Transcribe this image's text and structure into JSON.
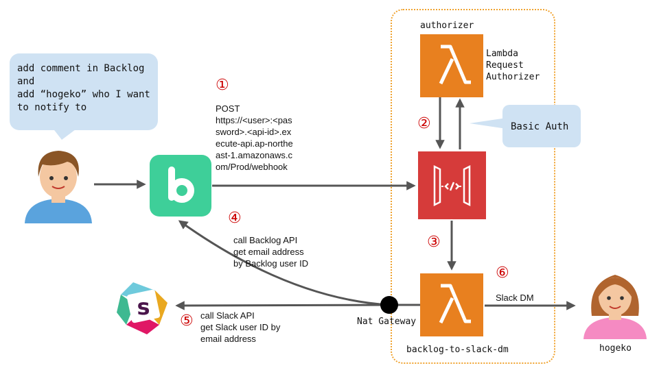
{
  "user_bubble": {
    "text": "add comment in Backlog\nand\nadd “hogeko” who I want\nto notify to"
  },
  "basic_auth_bubble": {
    "text": "Basic Auth"
  },
  "authorizer": {
    "title": "authorizer",
    "side_label": "Lambda\nRequest\nAuthorizer"
  },
  "lambda_main": {
    "title": "backlog-to-slack-dm"
  },
  "nat_gateway": {
    "label": "Nat Gateway"
  },
  "hogeko": {
    "label": "hogeko"
  },
  "steps": {
    "s1": {
      "number": "①",
      "text": "POST\nhttps://<user>:<pas\nsword>.<api-id>.ex\necute-api.ap-northe\nast-1.amazonaws.c\nom/Prod/webhook"
    },
    "s2": {
      "number": "②"
    },
    "s3": {
      "number": "③"
    },
    "s4": {
      "number": "④",
      "text": "call Backlog API\nget email address\nby Backlog user ID"
    },
    "s5": {
      "number": "⑤",
      "text": "call Slack API\nget Slack user ID by\nemail address"
    },
    "s6": {
      "number": "⑥",
      "text": "Slack DM"
    }
  },
  "colors": {
    "lambda_orange": "#e8801f",
    "api_gateway_red": "#d63b3a",
    "backlog_green": "#3ecf99",
    "bubble_blue": "#cfe2f3",
    "step_red": "#cc0000",
    "vpc_border": "#f0a22d"
  }
}
